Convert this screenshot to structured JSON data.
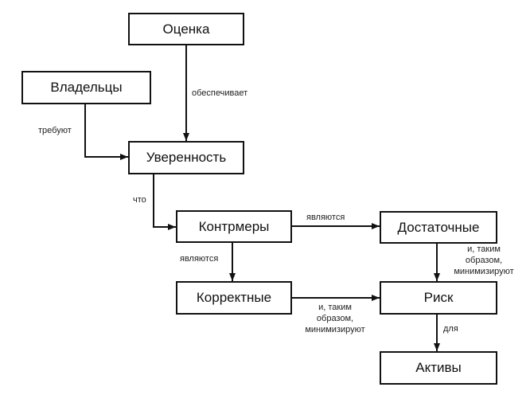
{
  "diagram": {
    "nodes": {
      "assessment": "Оценка",
      "owners": "Владельцы",
      "confidence": "Уверенность",
      "countermeasures": "Контрмеры",
      "sufficient": "Достаточные",
      "correct": "Корректные",
      "risk": "Риск",
      "assets": "Активы"
    },
    "edges": [
      {
        "from": "assessment",
        "to": "confidence",
        "label": "обеспечивает"
      },
      {
        "from": "owners",
        "to": "confidence",
        "label": "требуют"
      },
      {
        "from": "confidence",
        "to": "countermeasures",
        "label": "что"
      },
      {
        "from": "countermeasures",
        "to": "sufficient",
        "label": "являются"
      },
      {
        "from": "countermeasures",
        "to": "correct",
        "label": "являются"
      },
      {
        "from": "sufficient",
        "to": "risk",
        "label_lines": [
          "и, таким",
          "образом,",
          "минимизируют"
        ]
      },
      {
        "from": "correct",
        "to": "risk",
        "label_lines": [
          "и, таким",
          "образом,",
          "минимизируют"
        ]
      },
      {
        "from": "risk",
        "to": "assets",
        "label": "для"
      }
    ]
  }
}
